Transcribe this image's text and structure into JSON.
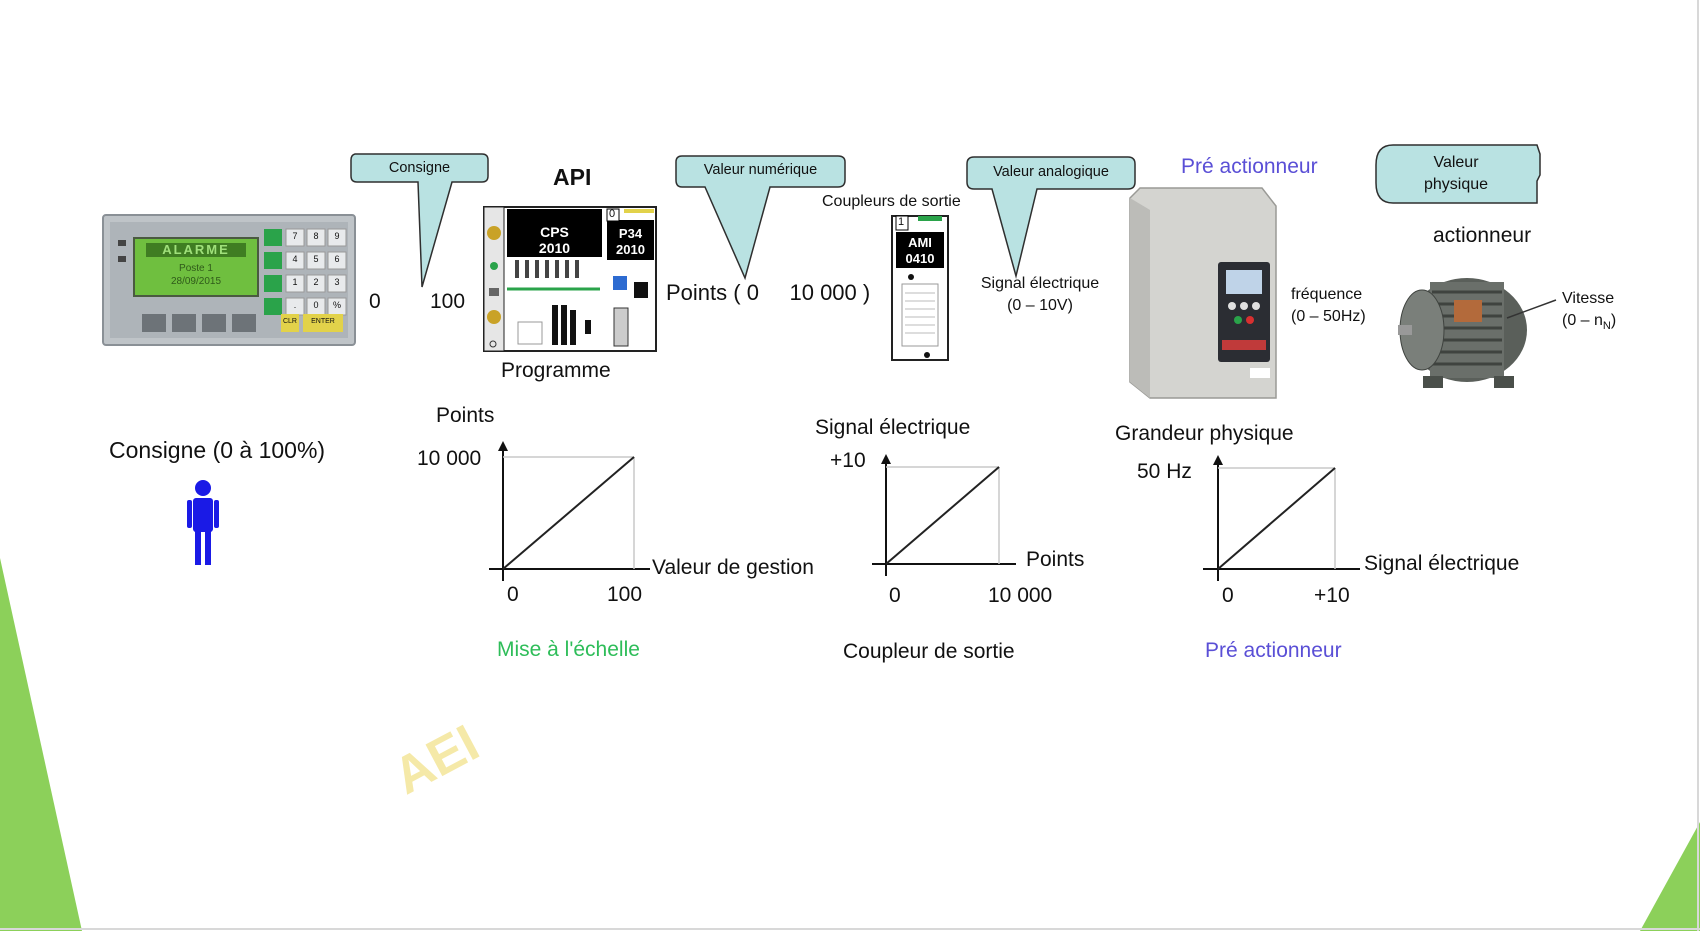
{
  "colors": {
    "accent_green": "#8cd05a",
    "callout_fill": "#b9e2e2",
    "callout_stroke": "#2f2f2f",
    "person_blue": "#1a1ae6",
    "label_purple": "#5a4fd6",
    "label_green": "#2ebd59",
    "watermark": "#f5e9a8"
  },
  "callouts": {
    "consigne": "Consigne",
    "valeur_numerique": "Valeur numérique",
    "valeur_analogique": "Valeur analogique",
    "valeur_physique_line1": "Valeur",
    "valeur_physique_line2": "physique"
  },
  "hmi": {
    "screen_title": "ALARME",
    "screen_line1": "Poste 1",
    "screen_line2": "28/09/2015",
    "keys": [
      "7",
      "8",
      "9",
      "4",
      "5",
      "6",
      "1",
      "2",
      "3",
      ".",
      "0",
      "%"
    ],
    "key_clr": "CLR",
    "key_enter": "ENTER"
  },
  "api": {
    "title": "API",
    "module_cps_line1": "CPS",
    "module_cps_line2": "2010",
    "module_p34_line1": "P34",
    "module_p34_line2": "2010",
    "slot": "0",
    "caption": "Programme"
  },
  "coupler": {
    "caption": "Coupleurs de sortie",
    "slot": "1",
    "module_line1": "AMI",
    "module_line2": "0410"
  },
  "labels": {
    "range_0": "0",
    "range_100": "100",
    "points_range": "Points ( 0     10 000 )",
    "signal_electrique": "Signal électrique",
    "signal_range": "(0 – 10V)",
    "pre_actionneur_top": "Pré actionneur",
    "frequence": "fréquence",
    "frequence_range": "(0 – 50Hz)",
    "actionneur": "actionneur",
    "vitesse": "Vitesse",
    "vitesse_range_prefix": "(0 – n",
    "vitesse_range_sub": "N",
    "vitesse_range_suffix": ")",
    "consigne_title": "Consigne (0 à 100%)",
    "watermark": "AEI"
  },
  "chart_data": [
    {
      "type": "line",
      "ylabel": "Points",
      "xlabel": "Valeur de gestion",
      "x_ticks": [
        "0",
        "100"
      ],
      "y_ticks": [
        "10 000"
      ],
      "series": [
        {
          "x": [
            0,
            100
          ],
          "y": [
            0,
            10000
          ]
        }
      ],
      "xlim": [
        0,
        100
      ],
      "ylim": [
        0,
        10000
      ],
      "caption": "Mise à l'échelle"
    },
    {
      "type": "line",
      "ylabel": "Signal électrique",
      "xlabel": "Points",
      "x_ticks": [
        "0",
        "10 000"
      ],
      "y_ticks": [
        "+10"
      ],
      "series": [
        {
          "x": [
            0,
            10000
          ],
          "y": [
            0,
            10
          ]
        }
      ],
      "xlim": [
        0,
        10000
      ],
      "ylim": [
        0,
        10
      ],
      "caption": "Coupleur de sortie"
    },
    {
      "type": "line",
      "ylabel": "Grandeur physique",
      "xlabel": "Signal électrique",
      "x_ticks": [
        "0",
        "+10"
      ],
      "y_ticks": [
        "50 Hz"
      ],
      "series": [
        {
          "x": [
            0,
            10
          ],
          "y": [
            0,
            50
          ]
        }
      ],
      "xlim": [
        0,
        10
      ],
      "ylim": [
        0,
        50
      ],
      "caption": "Pré actionneur"
    }
  ]
}
